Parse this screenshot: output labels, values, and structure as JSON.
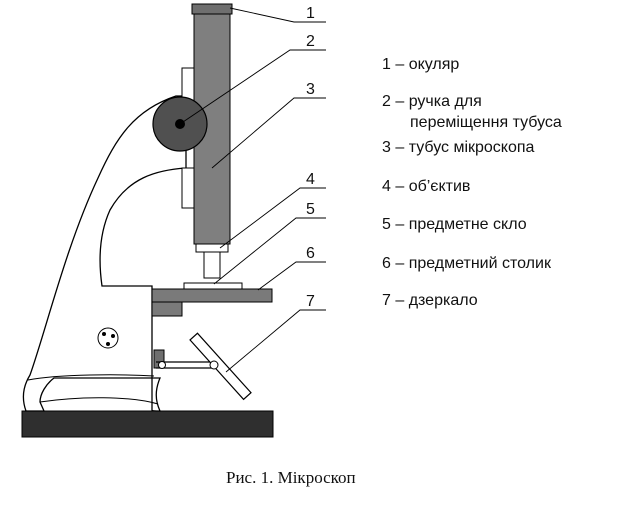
{
  "callout_numbers": [
    "1",
    "2",
    "3",
    "4",
    "5",
    "6",
    "7"
  ],
  "legend": [
    {
      "lines": [
        "1 – окуляр"
      ]
    },
    {
      "lines": [
        "2 – ручка для",
        "переміщення тубуса"
      ]
    },
    {
      "lines": [
        "3 – тубус мікроскопа"
      ]
    },
    {
      "lines": [
        "4 – об’єктив"
      ]
    },
    {
      "lines": [
        "5 – предметне скло"
      ]
    },
    {
      "lines": [
        "6 – предметний столик"
      ]
    },
    {
      "lines": [
        "7 – дзеркало"
      ]
    }
  ],
  "caption": "Рис. 1. Мікроскоп",
  "colors": {
    "tube": "#7f7f7f",
    "eyepiece": "#6f6f6f",
    "knob": "#505050",
    "knob_center": "#000000",
    "stage_table": "#7a7a7a",
    "base": "#2f2f2f",
    "outline": "#000000",
    "background": "#ffffff"
  }
}
